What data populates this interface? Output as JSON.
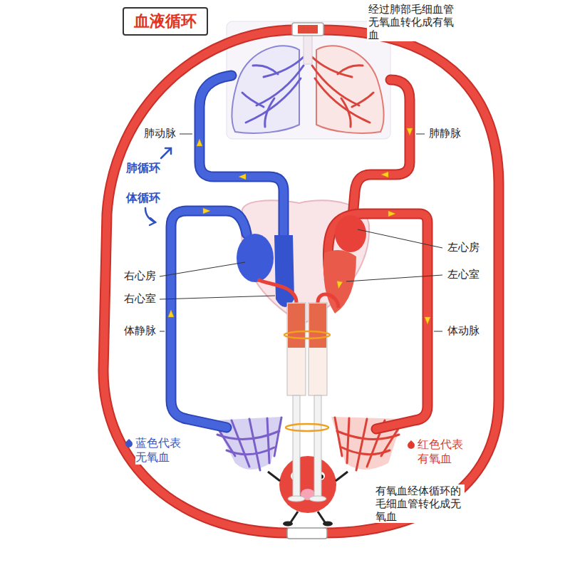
{
  "diagram": {
    "title": "血液循环",
    "labels": [
      "经过肺部毛细血管无氧血转化成有氧血",
      "肺动脉",
      "肺静脉",
      "肺循环",
      "体循环",
      "左心房",
      "右心房",
      "左心室",
      "右心室",
      "体静脉",
      "体动脉",
      "有氧血经体循环的毛细血管转化成无氧血"
    ],
    "legend": [
      {
        "text": "蓝色代表无氧血",
        "color": "#3b56c9"
      },
      {
        "text": "红色代表有氧血",
        "color": "#e23b2e"
      }
    ]
  }
}
